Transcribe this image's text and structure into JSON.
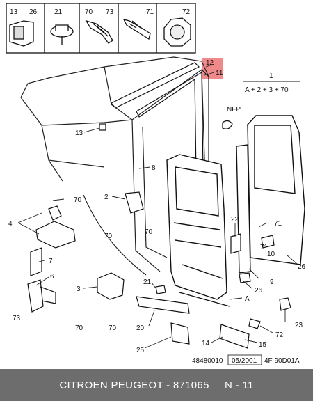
{
  "inset_labels": [
    "13",
    "26",
    "21",
    "70",
    "73",
    "71",
    "72"
  ],
  "callouts": [
    "12",
    "11",
    "NFP",
    "13",
    "8",
    "2",
    "70",
    "70",
    "4",
    "70",
    "7",
    "6",
    "3",
    "73",
    "70",
    "70",
    "21",
    "20",
    "25",
    "22",
    "71",
    "71",
    "10",
    "26",
    "9",
    "26",
    "A",
    "23",
    "14",
    "72",
    "15"
  ],
  "formula": {
    "top": "1",
    "bottom": "A + 2 + 3 + 70"
  },
  "ref": {
    "code": "48480010",
    "date": "05/2001",
    "model": "4F 90D01A"
  },
  "footer": {
    "text": "CITROEN PEUGEOT - 871065     N - 11"
  },
  "colors": {
    "highlight": "#f08a8a",
    "footer_bg": "#6d6d6d"
  }
}
